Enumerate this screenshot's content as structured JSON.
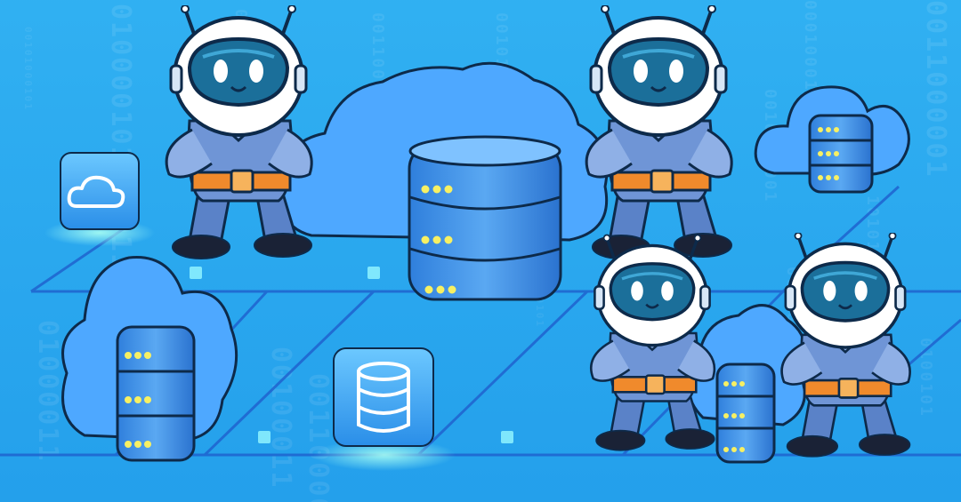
{
  "background": {
    "binary_strings": [
      "0100001010000111",
      "00101000101",
      "0011000010",
      "001010000",
      "0011000001",
      "0001000110",
      "0010100001",
      "10101000",
      "00100011",
      "01000011",
      "0100101",
      "001100001100",
      "00100101",
      "001000010100",
      "00110000"
    ]
  },
  "colors": {
    "background": "#2aa9ef",
    "floor_lines": "#1f6fd6",
    "cloud": "#4ea8ff",
    "server": "#3a8ee8",
    "robot_body": "#6f95d6",
    "belt": "#f08a2c",
    "visor": "#1b6f9a",
    "outline": "#0d2a4a",
    "indicator": "#f7f063"
  },
  "icons": [
    "cloud-icon",
    "database-icon"
  ]
}
